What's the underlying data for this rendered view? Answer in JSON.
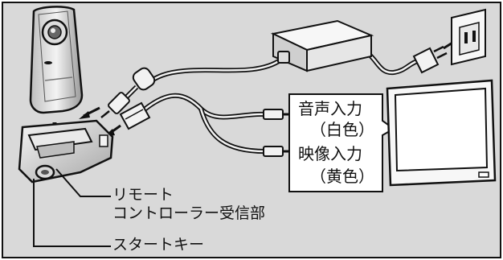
{
  "labels": {
    "audio_input": "音声入力",
    "audio_color": "（白色）",
    "video_input": "映像入力",
    "video_color": "（黄色）",
    "remote_line1": "リモート",
    "remote_line2": "コントローラー受信部",
    "start_key": "スタートキー"
  },
  "colors": {
    "panel_background": "#d9d9d9",
    "panel_border": "#111111",
    "line": "#111111",
    "device_fill": "#f2f2f2",
    "device_shadow": "#8c8c8c",
    "screen_fill": "#ffffff"
  },
  "icons": {
    "mobile": "camera-phone-icon",
    "cradle": "charging-cradle-icon",
    "adapter": "ac-adapter-icon",
    "outlet": "wall-outlet-icon",
    "tv": "television-icon"
  }
}
